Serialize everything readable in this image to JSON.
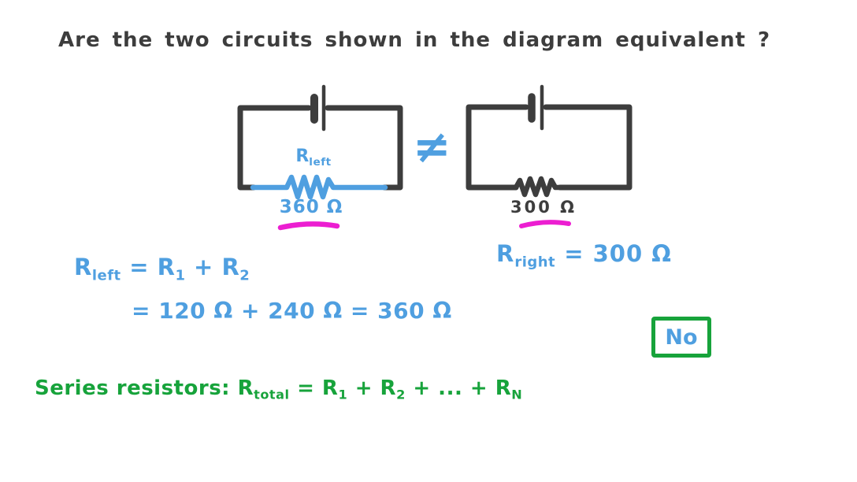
{
  "title": "Are the two circuits shown in the diagram equivalent ?",
  "palette": {
    "ink": "#3d3d3d",
    "blue": "#4f9fe0",
    "magenta": "#ec1ed1",
    "green": "#17a33b"
  },
  "left_circuit": {
    "label": [
      "R",
      "left"
    ],
    "value": "360 Ω"
  },
  "comparison_symbol": "≠",
  "right_circuit": {
    "value": "300 Ω"
  },
  "working": {
    "left_line1": [
      "R",
      "left",
      " = R",
      "1",
      " + R",
      "2"
    ],
    "left_line2": "= 120 Ω + 240 Ω  =  360 Ω",
    "right_line": [
      "R",
      "right",
      " = 300 Ω"
    ],
    "answer": "No"
  },
  "rule": [
    "Series resistors:  R",
    "total",
    " = R",
    "1",
    " + R",
    "2",
    " + ... + R",
    "N"
  ]
}
